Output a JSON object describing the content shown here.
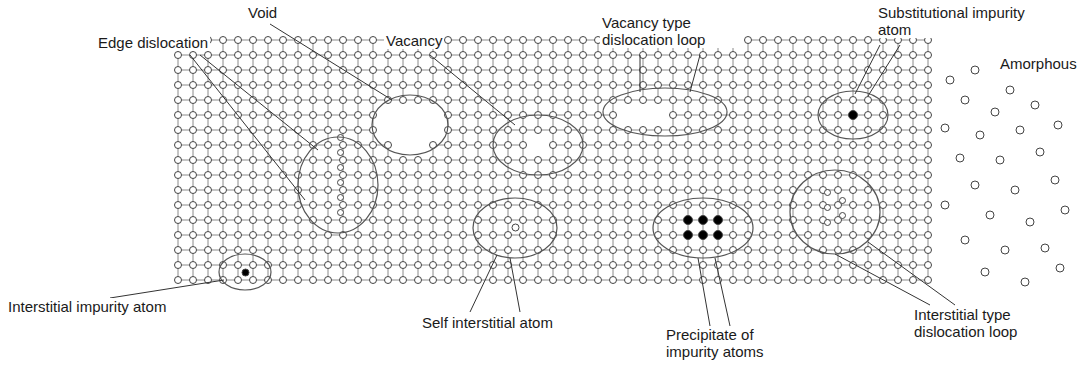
{
  "diagram": {
    "labels": [
      "Void",
      "Edge dislocation",
      "Vacancy",
      "Vacancy type dislocation loop",
      "Substitutional impurity atom",
      "Amorphous",
      "Interstitial impurity atom",
      "Self interstitial atom",
      "Precipitate of impurity atoms",
      "Interstitial type dislocation loop"
    ]
  }
}
